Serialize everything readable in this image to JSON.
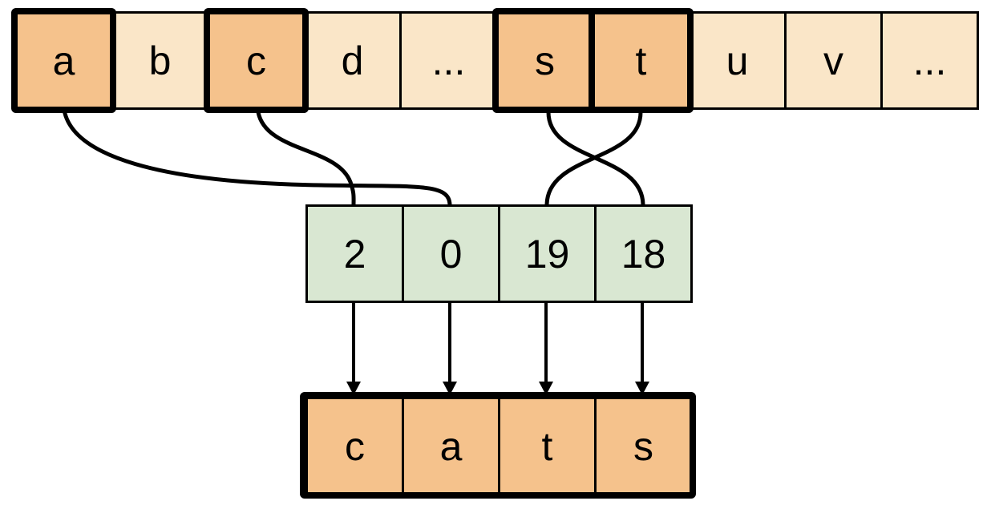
{
  "diagram": {
    "alphabet_row": {
      "description": "vocabulary-array",
      "cells": [
        {
          "label": "a",
          "highlighted": true
        },
        {
          "label": "b",
          "highlighted": false
        },
        {
          "label": "c",
          "highlighted": true
        },
        {
          "label": "d",
          "highlighted": false
        },
        {
          "label": "...",
          "highlighted": false
        },
        {
          "label": "s",
          "highlighted": true
        },
        {
          "label": "t",
          "highlighted": true
        },
        {
          "label": "u",
          "highlighted": false
        },
        {
          "label": "v",
          "highlighted": false
        },
        {
          "label": "...",
          "highlighted": false
        }
      ]
    },
    "index_row": {
      "description": "index-array",
      "cells": [
        {
          "label": "2"
        },
        {
          "label": "0"
        },
        {
          "label": "19"
        },
        {
          "label": "18"
        }
      ]
    },
    "output_row": {
      "description": "output-word",
      "cells": [
        {
          "label": "c"
        },
        {
          "label": "a"
        },
        {
          "label": "t"
        },
        {
          "label": "s"
        }
      ]
    },
    "connections": [
      {
        "from": "a",
        "to": "0"
      },
      {
        "from": "c",
        "to": "2"
      },
      {
        "from": "s",
        "to": "18"
      },
      {
        "from": "t",
        "to": "19"
      }
    ],
    "colors": {
      "cell_light": "#fae6c8",
      "cell_accent": "#f5c28c",
      "cell_index": "#d9e7d2",
      "stroke": "#000000"
    }
  }
}
